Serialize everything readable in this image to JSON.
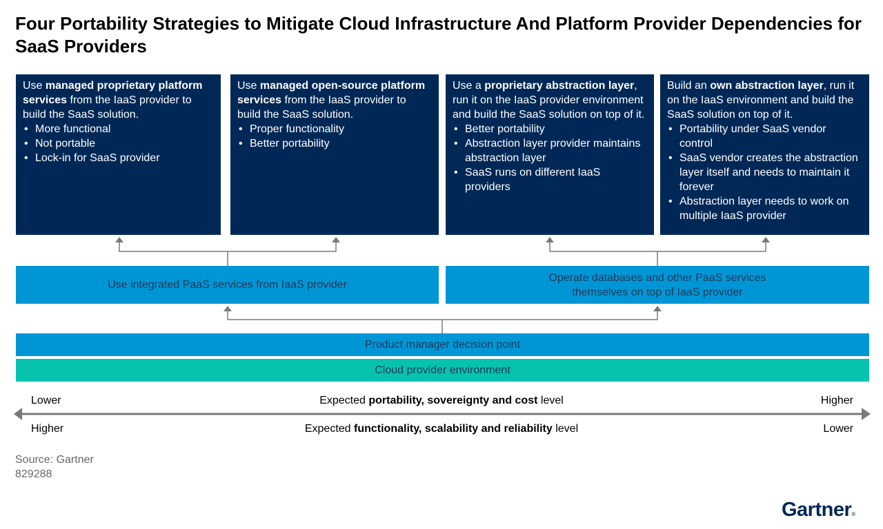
{
  "title": "Four Portability Strategies to Mitigate Cloud Infrastructure And Platform Provider Dependencies for SaaS Providers",
  "strategies": [
    {
      "intro_pre": "Use ",
      "intro_bold": "managed proprietary platform services",
      "intro_post": " from the IaaS provider to build the SaaS solution.",
      "bullets": [
        "More functional",
        "Not portable",
        "Lock-in for SaaS provider"
      ]
    },
    {
      "intro_pre": "Use ",
      "intro_bold": "managed open-source platform services",
      "intro_post": " from the IaaS provider to build the SaaS solution.",
      "bullets": [
        "Proper functionality",
        "Better portability"
      ]
    },
    {
      "intro_pre": "Use a ",
      "intro_bold": "proprietary abstraction layer",
      "intro_post": ", run it on the IaaS provider environment and build the SaaS solution on top of it.",
      "bullets": [
        "Better portability",
        "Abstraction layer provider maintains abstraction layer",
        "SaaS runs on different IaaS providers"
      ]
    },
    {
      "intro_pre": "Build an ",
      "intro_bold": "own abstraction layer",
      "intro_post": ", run it on the IaaS environment and build the SaaS solution on top of it.",
      "bullets": [
        "Portability under SaaS vendor control",
        "SaaS vendor creates the abstraction layer itself and needs to maintain it forever",
        "Abstraction layer needs to work on multiple IaaS provider"
      ]
    }
  ],
  "paths": [
    {
      "label": "Use integrated PaaS services from IaaS provider"
    },
    {
      "label": "Operate databases and other PaaS services themselves on top of IaaS provider"
    }
  ],
  "decision_point": "Product manager decision point",
  "environment": "Cloud provider environment",
  "axis": {
    "top_left": "Lower",
    "top_right": "Higher",
    "top_pre": "Expected ",
    "top_bold": "portability, sovereignty and cost",
    "top_post": " level",
    "bottom_left": "Higher",
    "bottom_right": "Lower",
    "bottom_pre": "Expected ",
    "bottom_bold": "functionality, scalability and reliability",
    "bottom_post": " level"
  },
  "source": "Source: Gartner",
  "doc_id": "829288",
  "logo": "Gartner",
  "logo_mark": "®",
  "colors": {
    "navy": "#002856",
    "blue": "#0096d6",
    "teal": "#05c3ae",
    "connector": "#7a7a7a"
  }
}
